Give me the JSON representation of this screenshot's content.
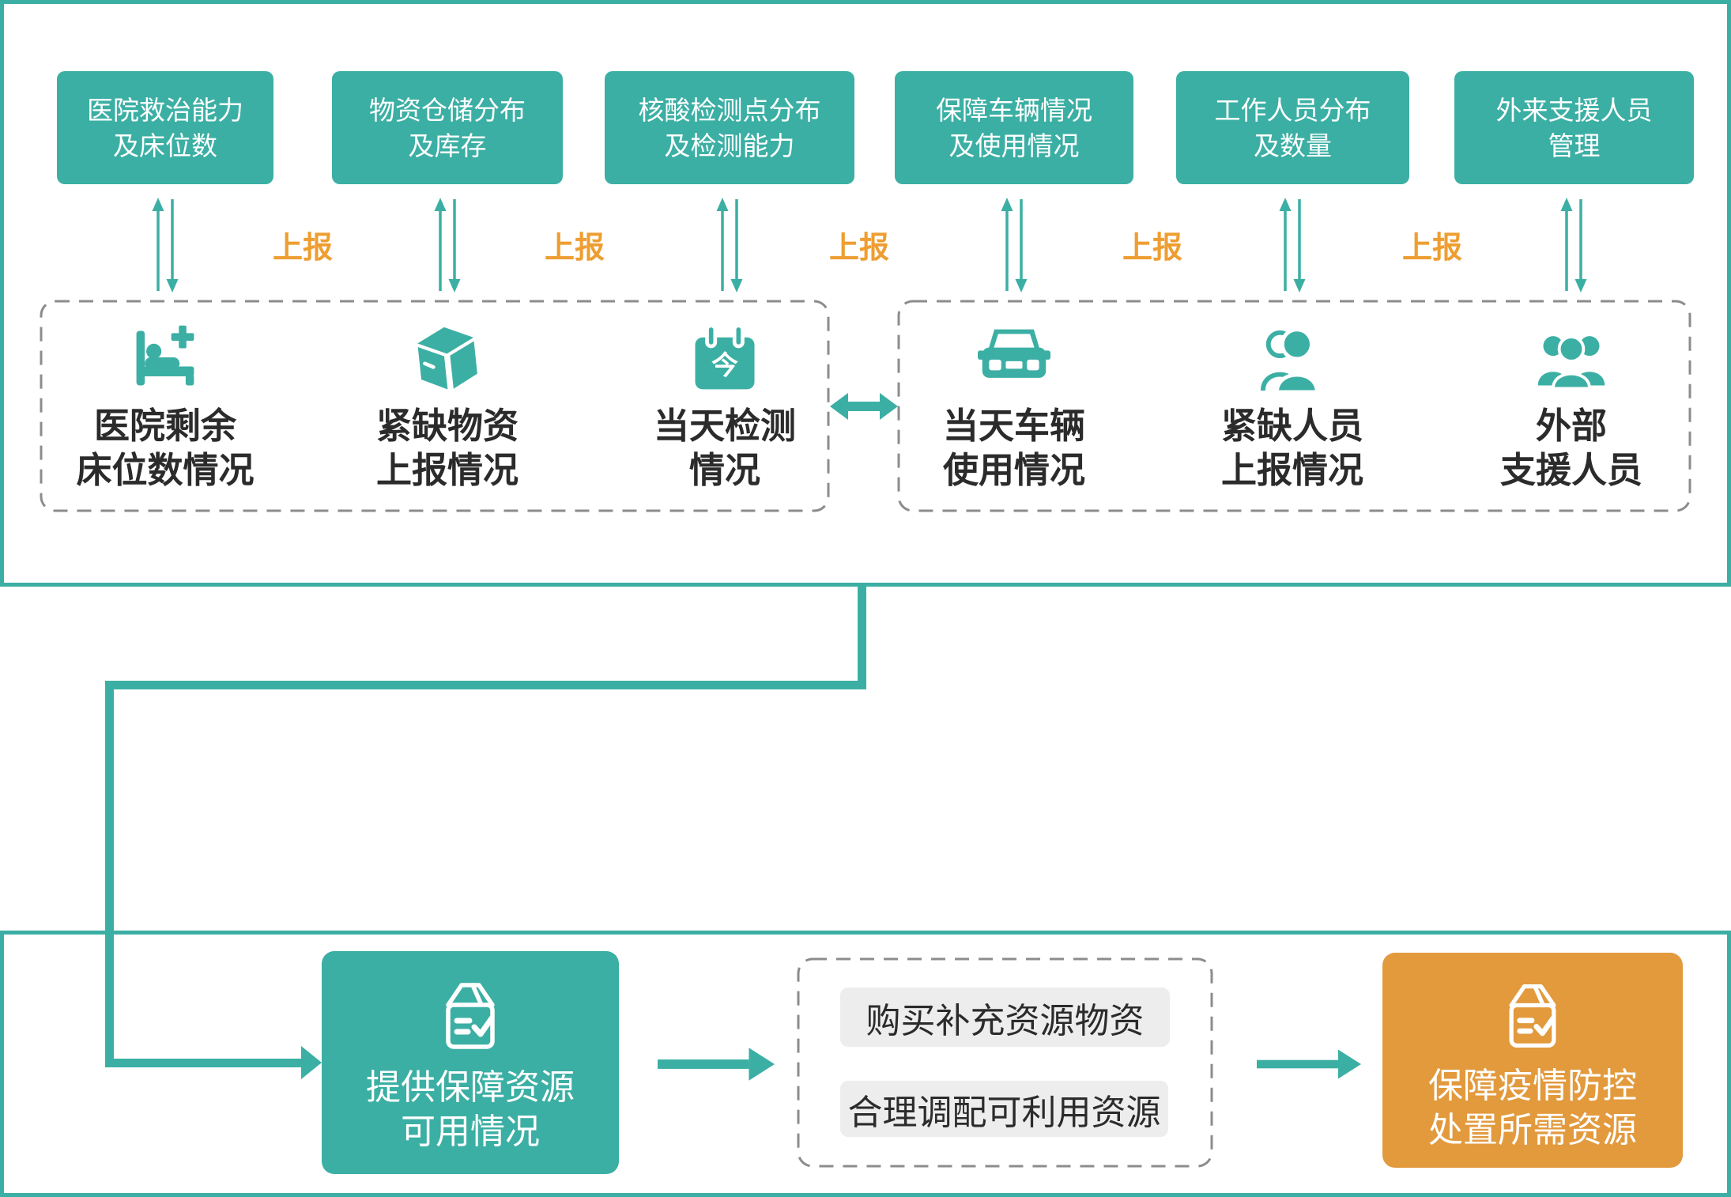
{
  "colors": {
    "teal": "#3cafa4",
    "orange_box": "#e29a3d",
    "orange_label": "#ee9e31",
    "dash_gray": "#8c8c8c",
    "text_dark": "#2b2b2b",
    "gray_box_bg": "#ededed"
  },
  "top_panel": {
    "report_label": "上报",
    "sources": [
      {
        "line1": "医院救治能力",
        "line2": "及床位数"
      },
      {
        "line1": "物资仓储分布",
        "line2": "及库存"
      },
      {
        "line1": "核酸检测点分布",
        "line2": "及检测能力"
      },
      {
        "line1": "保障车辆情况",
        "line2": "及使用情况"
      },
      {
        "line1": "工作人员分布",
        "line2": "及数量"
      },
      {
        "line1": "外来支援人员",
        "line2": "管理"
      }
    ],
    "left_group": {
      "items": [
        {
          "icon": "hospital-bed-icon",
          "line1": "医院剩余",
          "line2": "床位数情况"
        },
        {
          "icon": "supply-box-icon",
          "line1": "紧缺物资",
          "line2": "上报情况"
        },
        {
          "icon": "calendar-today-icon",
          "glyph": "今",
          "line1": "当天检测",
          "line2": "情况"
        }
      ]
    },
    "right_group": {
      "items": [
        {
          "icon": "vehicle-icon",
          "line1": "当天车辆",
          "line2": "使用情况"
        },
        {
          "icon": "person-icon",
          "line1": "紧缺人员",
          "line2": "上报情况"
        },
        {
          "icon": "people-group-icon",
          "line1": "外部",
          "line2": "支援人员"
        }
      ]
    }
  },
  "bottom_panel": {
    "provide_box": {
      "line1": "提供保障资源",
      "line2": "可用情况"
    },
    "measures": [
      "购买补充资源物资",
      "合理调配可利用资源"
    ],
    "result_box": {
      "line1": "保障疫情防控",
      "line2": "处置所需资源"
    }
  }
}
